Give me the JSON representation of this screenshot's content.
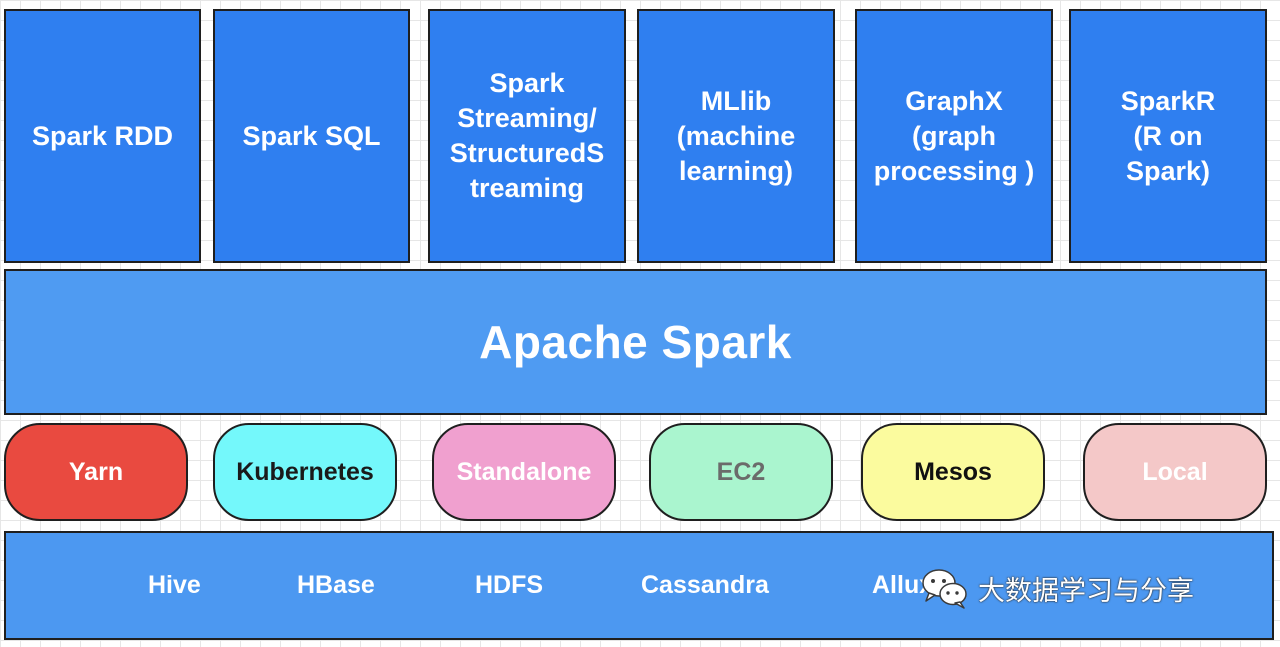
{
  "libraries": [
    {
      "lines": [
        "Spark RDD"
      ]
    },
    {
      "lines": [
        "Spark SQL"
      ]
    },
    {
      "lines": [
        "Spark",
        "Streaming/",
        "StructuredS",
        "treaming"
      ]
    },
    {
      "lines": [
        "MLlib",
        "(machine",
        "learning)"
      ]
    },
    {
      "lines": [
        "GraphX",
        "(graph",
        "processing )"
      ]
    },
    {
      "lines": [
        "SparkR",
        "(R on",
        "Spark)"
      ]
    }
  ],
  "core": {
    "label": "Apache Spark"
  },
  "resource_managers": [
    {
      "label": "Yarn",
      "fill": "#e94a40",
      "text_color": "#ffffff"
    },
    {
      "label": "Kubernetes",
      "fill": "#74f8fb",
      "text_color": "#1a1a1a"
    },
    {
      "label": "Standalone",
      "fill": "#f0a0cf",
      "text_color": "#ffffff"
    },
    {
      "label": "EC2",
      "fill": "#aaf5cf",
      "text_color": "#6b6b6b"
    },
    {
      "label": "Mesos",
      "fill": "#fbfb9e",
      "text_color": "#111111"
    },
    {
      "label": "Local",
      "fill": "#f4c8c8",
      "text_color": "#ffffff"
    }
  ],
  "storage": {
    "items": [
      "Hive",
      "HBase",
      "HDFS",
      "Cassandra",
      "Allux"
    ]
  },
  "watermark": {
    "text": "大数据学习与分享",
    "icon": "wechat-icon"
  }
}
